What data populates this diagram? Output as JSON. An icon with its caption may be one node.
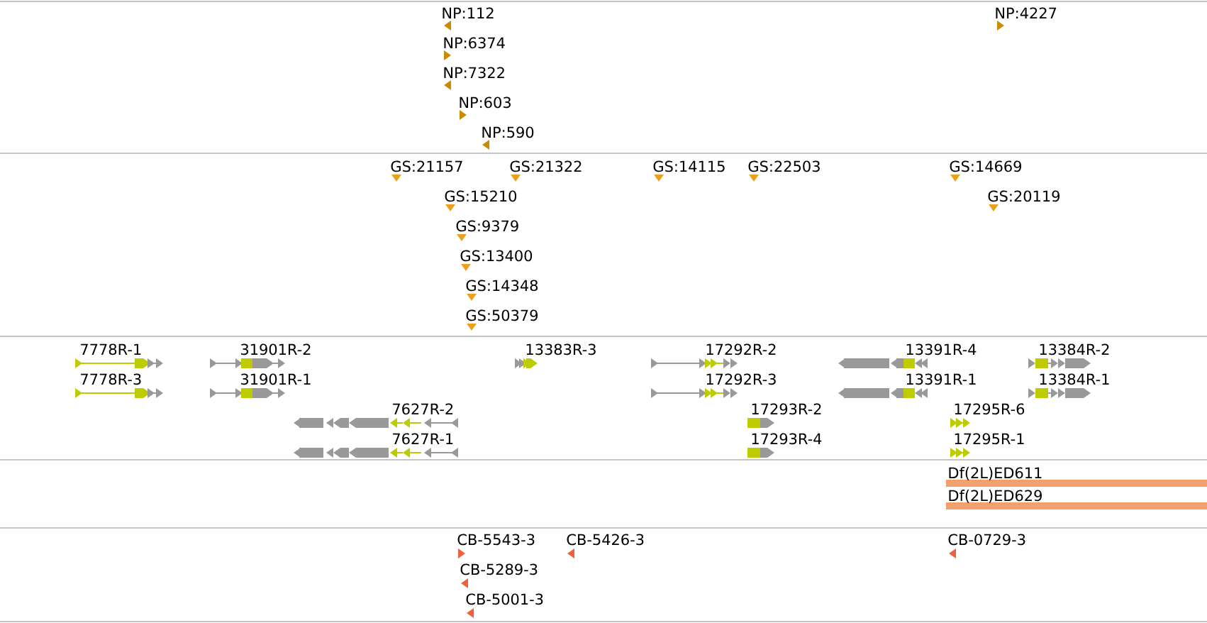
{
  "diagram": {
    "nodes": [
      {
        "text": [
          "NP:112"
        ]
      },
      {
        "text": [
          "NP:4227"
        ]
      },
      {
        "text": [
          "NP:6374"
        ]
      },
      {
        "text": [
          "NP:7322"
        ]
      },
      {
        "text": [
          "NP:603"
        ]
      },
      {
        "text": [
          "NP:590"
        ]
      },
      {
        "text": [
          "GS:21157"
        ]
      },
      {
        "text": [
          "GS:21322"
        ]
      },
      {
        "text": [
          "GS:14115"
        ]
      },
      {
        "text": [
          "GS:22503"
        ]
      },
      {
        "text": [
          "GS:14669"
        ]
      },
      {
        "text": [
          "GS:15210"
        ]
      },
      {
        "text": [
          "GS:20119"
        ]
      },
      {
        "text": [
          "GS:9379"
        ]
      },
      {
        "text": [
          "GS:13400"
        ]
      },
      {
        "text": [
          "GS:14348"
        ]
      },
      {
        "text": [
          "GS:50379"
        ]
      },
      {
        "text": [
          "7778R-1"
        ]
      },
      {
        "text": [
          "31901R-2"
        ]
      },
      {
        "text": [
          "13383R-3"
        ]
      },
      {
        "text": [
          "17292R-2"
        ]
      },
      {
        "text": [
          "13391R-4"
        ]
      },
      {
        "text": [
          "13384R-2"
        ]
      },
      {
        "text": [
          "7778R-3"
        ]
      },
      {
        "text": [
          "31901R-1"
        ]
      },
      {
        "text": [
          "17292R-3"
        ]
      },
      {
        "text": [
          "13391R-1"
        ]
      },
      {
        "text": [
          "13384R-1"
        ]
      },
      {
        "text": [
          "7627R-2"
        ]
      },
      {
        "text": [
          "17293R-2"
        ]
      },
      {
        "text": [
          "17295R-6"
        ]
      },
      {
        "text": [
          "7627R-1"
        ]
      },
      {
        "text": [
          "17293R-4"
        ]
      },
      {
        "text": [
          "17295R-1"
        ]
      },
      {
        "text": [
          "Df(2L)ED611"
        ]
      },
      {
        "text": [
          "Df(2L)ED629"
        ]
      },
      {
        "text": [
          "CB-5543-3"
        ]
      },
      {
        "text": [
          "CB-5426-3"
        ]
      },
      {
        "text": [
          "CB-0729-3"
        ]
      },
      {
        "text": [
          "CB-5289-3"
        ]
      },
      {
        "text": [
          "CB-5001-3"
        ]
      }
    ]
  }
}
